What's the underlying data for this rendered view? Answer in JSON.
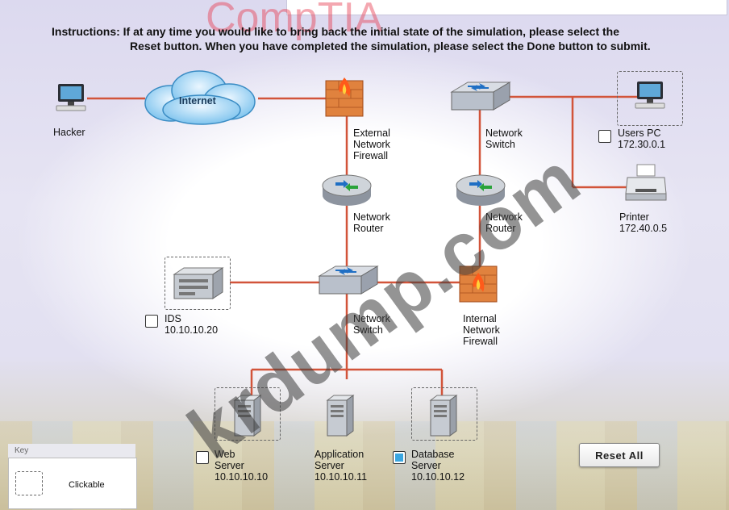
{
  "brand": "CompTIA",
  "instructions": {
    "line1": "Instructions: If at any time you would like to bring back the initial state of the simulation, please select the",
    "line2": "Reset button. When you have completed the simulation, please select the Done button to submit."
  },
  "watermark": "krdump.com",
  "devices": {
    "hacker": {
      "label": "Hacker"
    },
    "internet": {
      "label": "Internet"
    },
    "ext_firewall": {
      "l1": "External",
      "l2": "Network",
      "l3": "Firewall"
    },
    "top_switch": {
      "l1": "Network",
      "l2": "Switch"
    },
    "users_pc": {
      "l1": "Users PC",
      "l2": "172.30.0.1",
      "checked": false
    },
    "router_left": {
      "l1": "Network",
      "l2": "Router"
    },
    "router_right": {
      "l1": "Network",
      "l2": "Router"
    },
    "printer": {
      "l1": "Printer",
      "l2": "172.40.0.5"
    },
    "ids": {
      "l1": "IDS",
      "l2": "10.10.10.20",
      "checked": false
    },
    "mid_switch": {
      "l1": "Network",
      "l2": "Switch"
    },
    "int_firewall": {
      "l1": "Internal",
      "l2": "Network",
      "l3": "Firewall"
    },
    "web_server": {
      "l1": "Web",
      "l2": "Server",
      "l3": "10.10.10.10",
      "checked": false
    },
    "app_server": {
      "l1": "Application",
      "l2": "Server",
      "l3": "10.10.10.11"
    },
    "db_server": {
      "l1": "Database",
      "l2": "Server",
      "l3": "10.10.10.12",
      "checked": true
    }
  },
  "reset_button": "Reset All",
  "key": {
    "title": "Key",
    "clickable": "Clickable"
  },
  "colors": {
    "link": "#d2543a",
    "accent": "#3aa6e0"
  }
}
